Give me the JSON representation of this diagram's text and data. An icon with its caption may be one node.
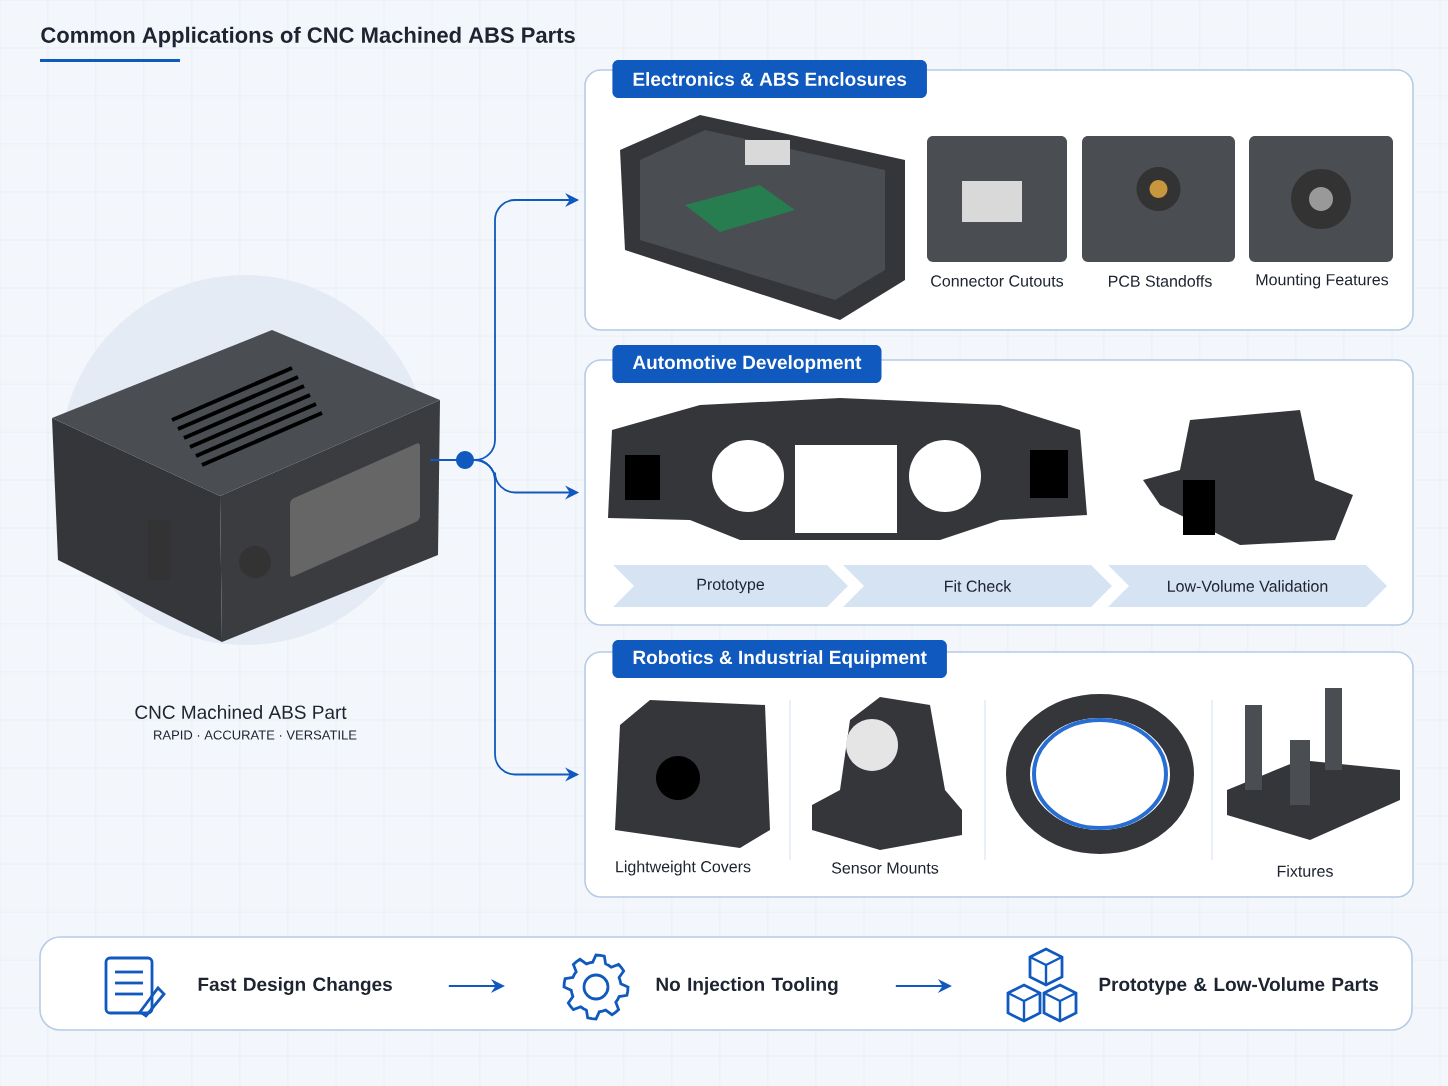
{
  "diagram": {
    "title": "Common Applications of CNC Machined ABS Parts",
    "nodes": [
      {
        "text": [],
        "shape": "picture",
        "beside": [
          "CNC Machined ABS Part",
          "RAPID · ACCURATE · VERSATILE"
        ]
      },
      {
        "text": [
          "Electronics & ABS Enclosures"
        ]
      },
      {
        "text": [
          "Connector Cutouts"
        ],
        "in": 1
      },
      {
        "text": [
          "PCB Standoffs"
        ],
        "in": 1
      },
      {
        "text": [
          "Mounting Features"
        ],
        "in": 1
      },
      {
        "text": [
          "Automotive Development"
        ]
      },
      {
        "text": [
          "Prototype"
        ],
        "in": 5
      },
      {
        "text": [
          "Fit Check"
        ],
        "in": 5
      },
      {
        "text": [
          "Low-Volume Validation"
        ],
        "in": 5
      },
      {
        "text": [
          "Robotics & Industrial Equipment"
        ]
      },
      {
        "text": [
          "Lightweight Covers"
        ],
        "in": 9
      },
      {
        "text": [
          "Sensor Mounts"
        ],
        "in": 9
      },
      {
        "text": [
          "Fixtures"
        ],
        "in": 9
      },
      {
        "text": [],
        "shape": "box"
      },
      {
        "text": [
          "Fast Design Changes"
        ],
        "in": 13
      },
      {
        "text": [
          "No Injection Tooling"
        ],
        "in": 13
      },
      {
        "text": [
          "Prototype & Low-Volume Parts"
        ],
        "in": 13
      }
    ],
    "edges": [
      {
        "from": 0,
        "to": 1,
        "arrow": "to"
      },
      {
        "from": 0,
        "to": 5,
        "arrow": "to"
      },
      {
        "from": 0,
        "to": 9,
        "arrow": "to"
      },
      {
        "from": 14,
        "to": 15,
        "arrow": "to"
      },
      {
        "from": 15,
        "to": 16,
        "arrow": "to"
      }
    ]
  }
}
